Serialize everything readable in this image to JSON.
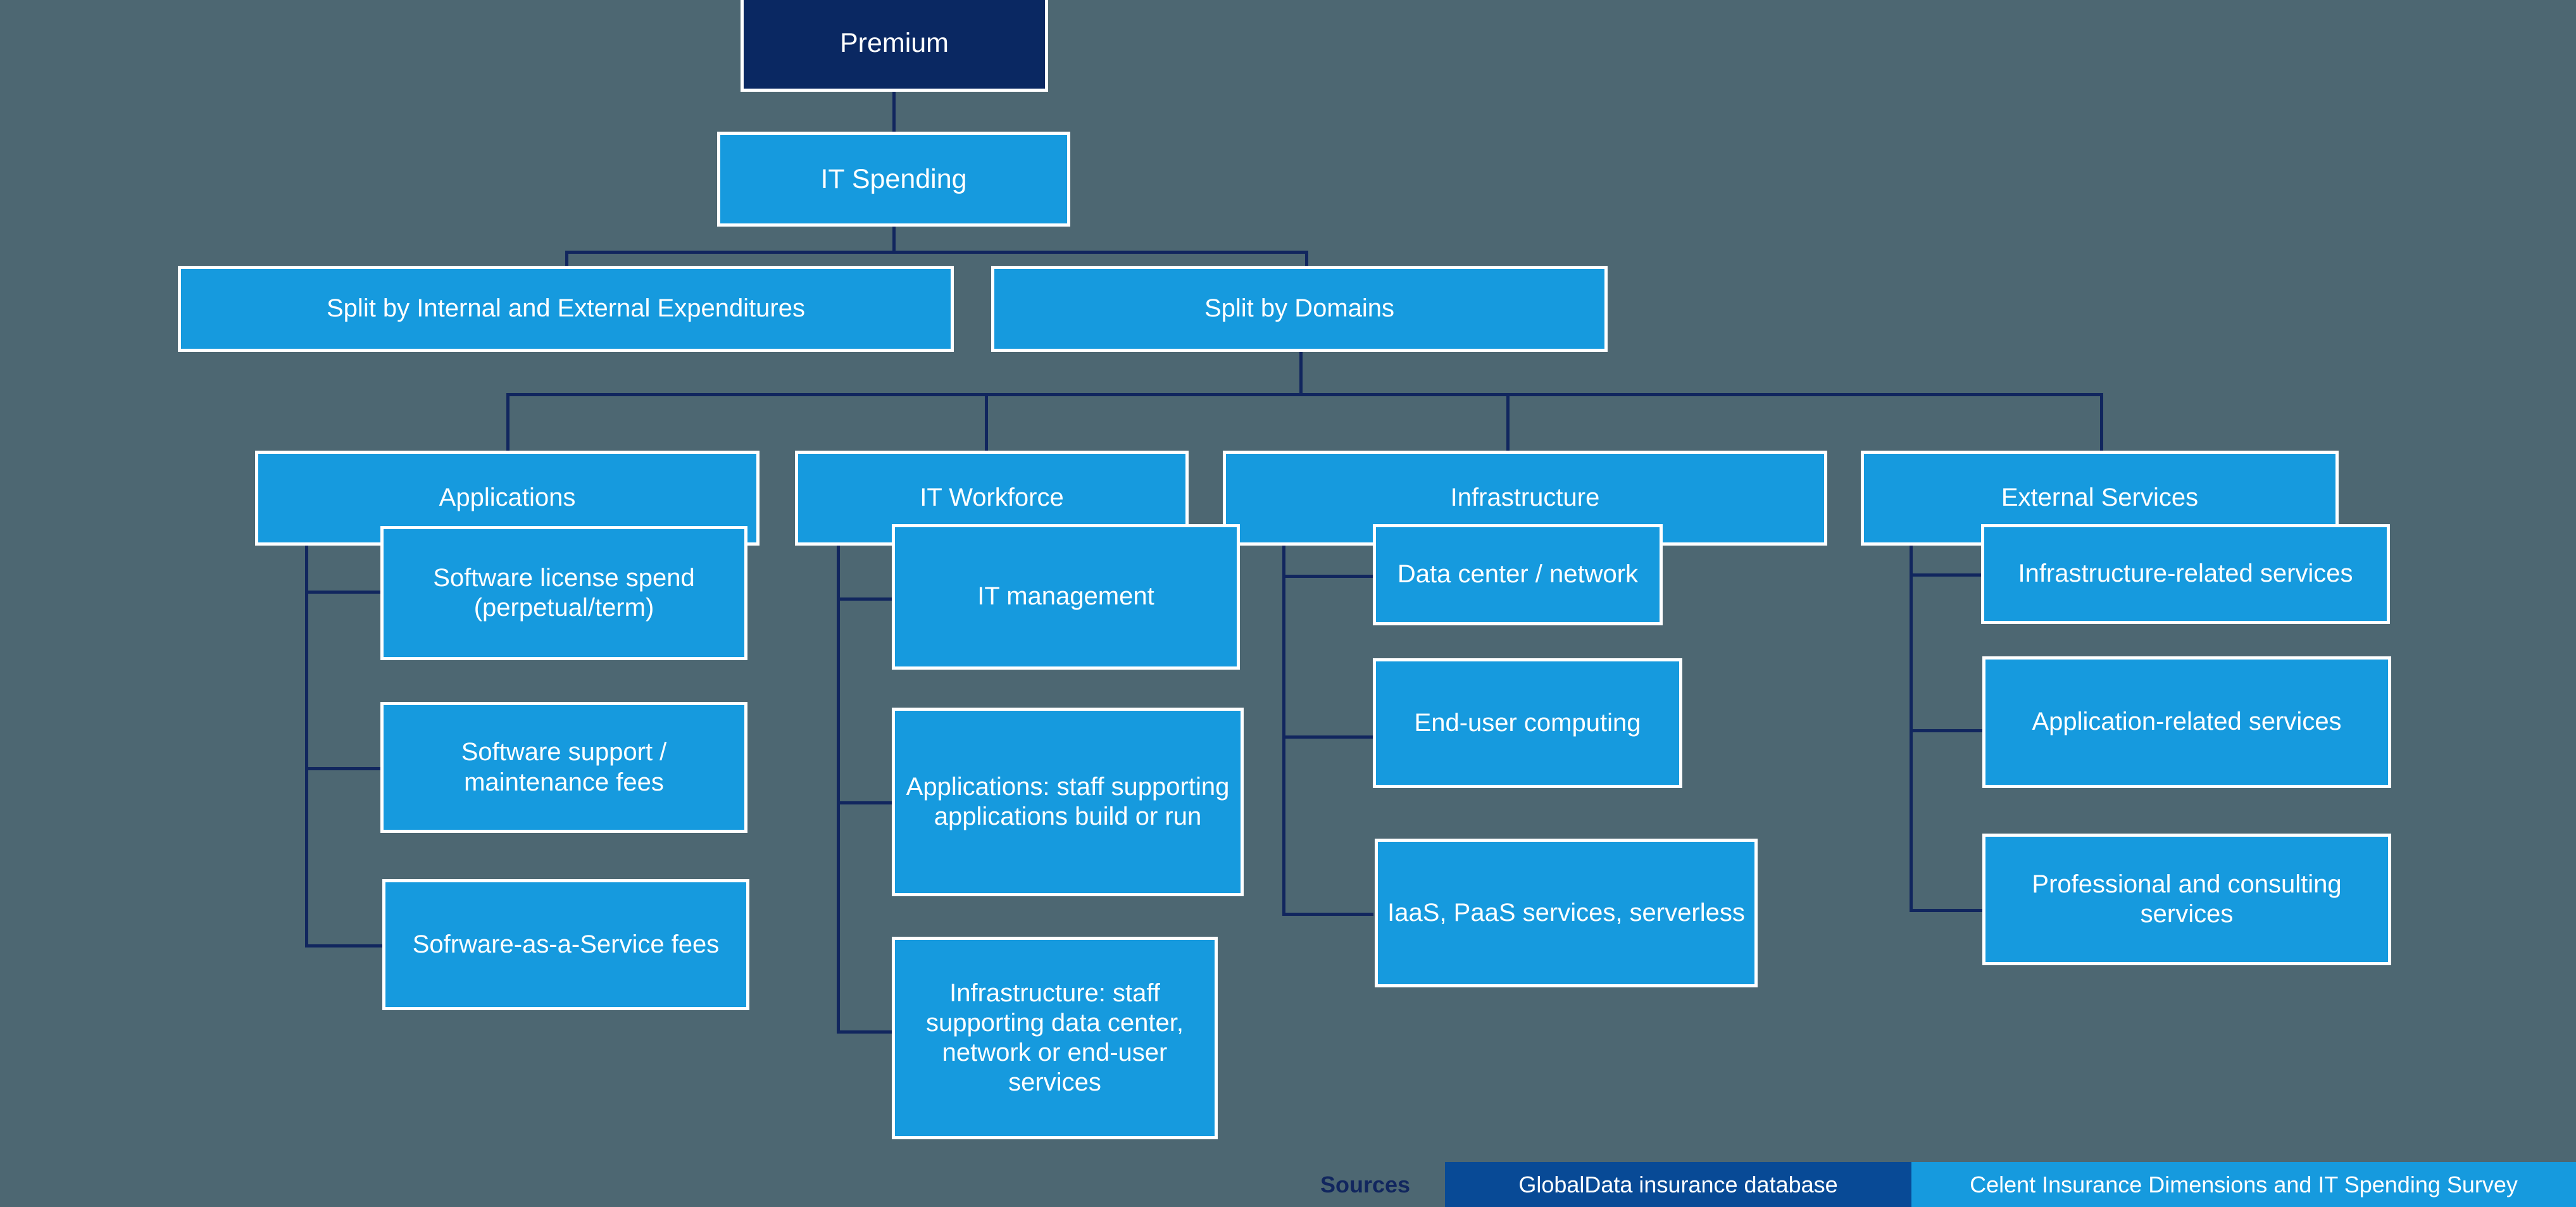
{
  "diagram": {
    "title": "IT Spending taxonomy",
    "colors": {
      "background": "#4d6772",
      "root_box": "#0a2862",
      "box": "#169ade",
      "box_border": "#ffffff",
      "connector": "#11265e",
      "source_primary": "#084a96",
      "source_secondary": "#169ade",
      "text": "#ffffff"
    },
    "nodes": {
      "premium": "Premium",
      "it_spending": "IT Spending",
      "split_internal_external": "Split by Internal and External Expenditures",
      "split_domains": "Split by Domains",
      "applications": "Applications",
      "it_workforce": "IT Workforce",
      "infrastructure": "Infrastructure",
      "external_services": "External Services"
    },
    "applications_children": [
      "Software license spend (perpetual/term)",
      "Software support / maintenance fees",
      "Sofrware-as-a-Service fees"
    ],
    "it_workforce_children": [
      "IT management",
      "Applications: staff supporting applications build or  run",
      "Infrastructure: staff supporting data center, network or end-user services"
    ],
    "infrastructure_children": [
      "Data center / network",
      "End-user computing",
      "IaaS, PaaS services, serverless"
    ],
    "external_services_children": [
      "Infrastructure-related services",
      "Application-related services",
      "Professional and consulting services"
    ]
  },
  "sources": {
    "label": "Sources",
    "items": [
      "GlobalData insurance database",
      "Celent Insurance Dimensions and IT Spending Survey"
    ]
  }
}
